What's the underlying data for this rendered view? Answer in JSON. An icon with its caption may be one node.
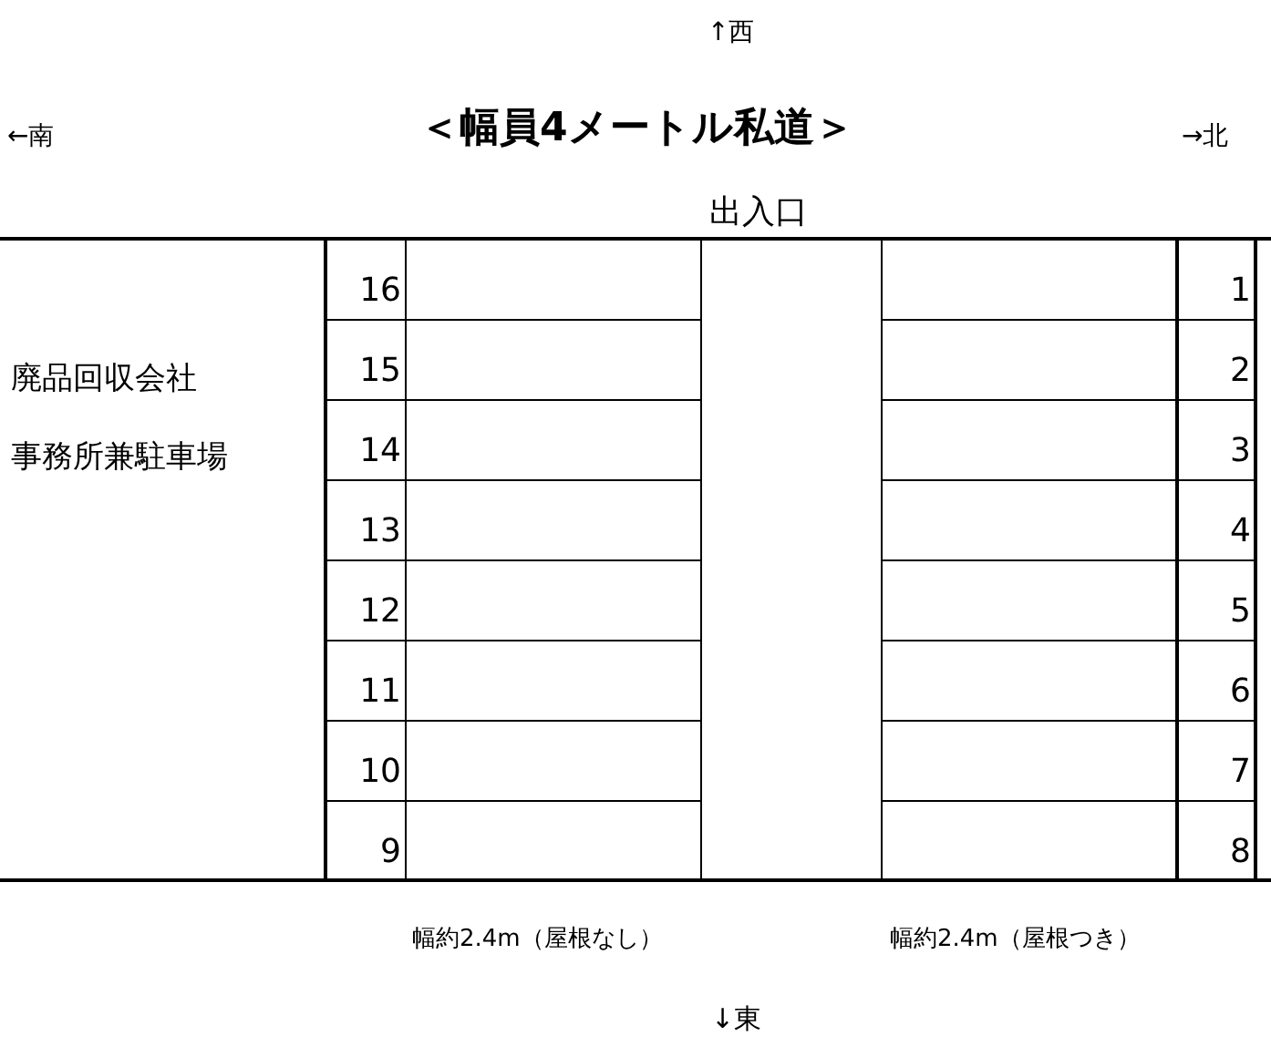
{
  "diagram": {
    "title": "＜幅員4メートル私道＞",
    "labels": [
      "↑西",
      "←南",
      "→北",
      "出入口",
      "16",
      "1",
      "廃品回収会社",
      "15",
      "2",
      "事務所兼駐車場",
      "14",
      "3",
      "13",
      "4",
      "12",
      "5",
      "11",
      "6",
      "10",
      "7",
      "9",
      "8",
      "幅約2.4m（屋根なし）",
      "幅約2.4m（屋根つき）",
      "↓東"
    ]
  }
}
